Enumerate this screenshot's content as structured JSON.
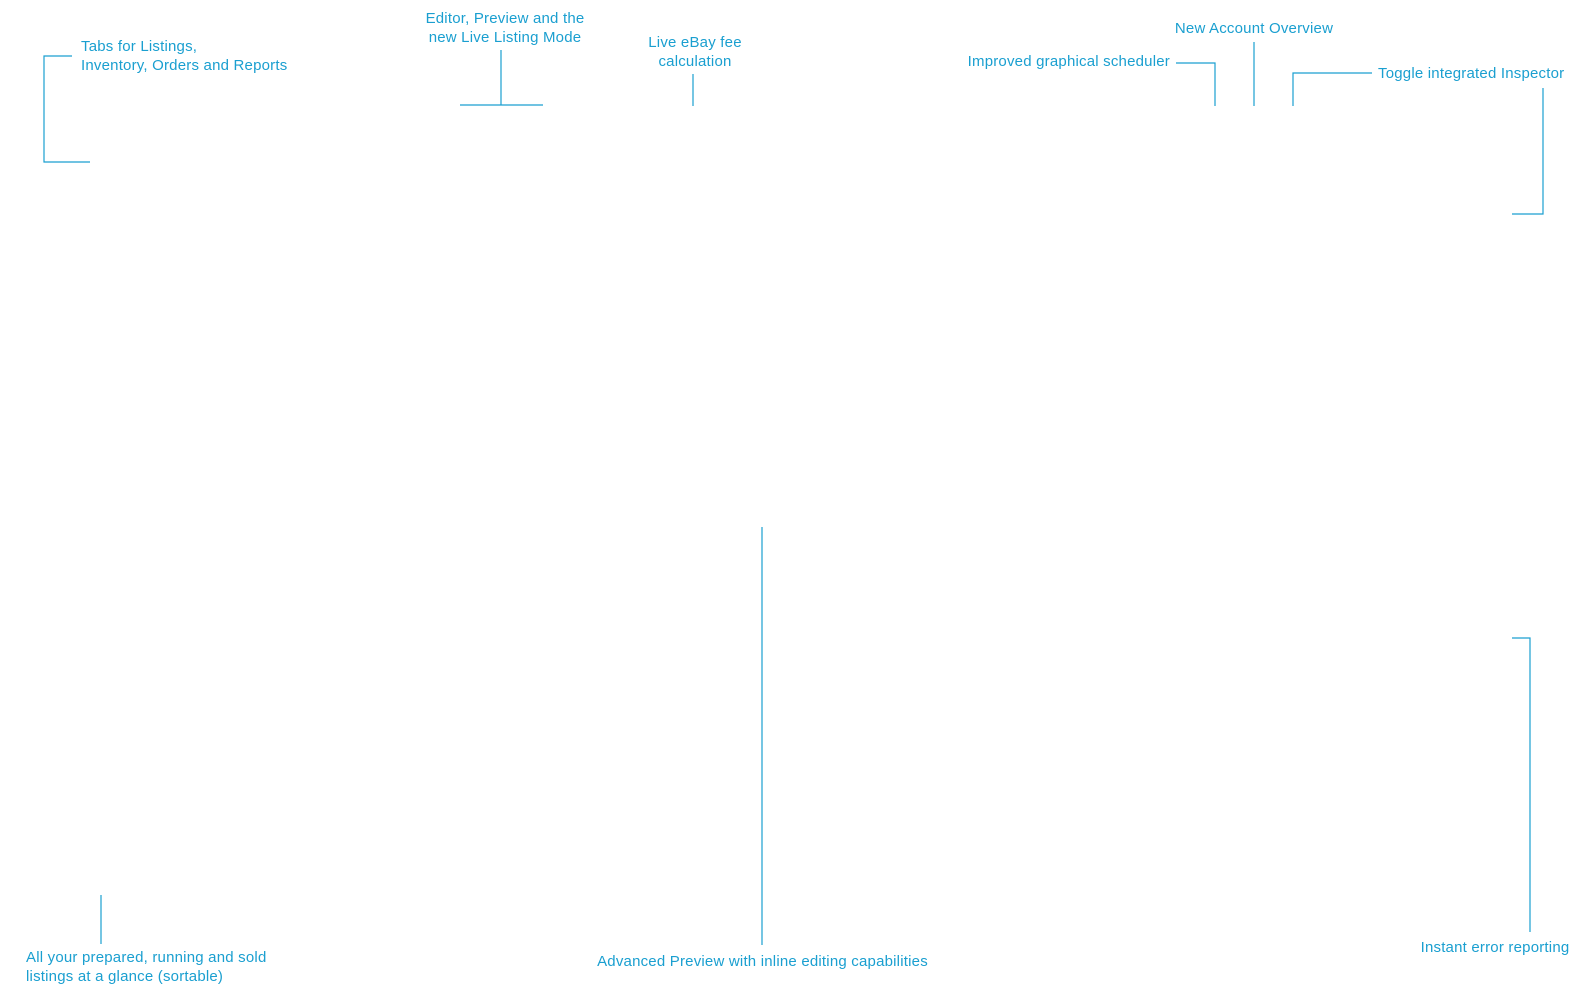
{
  "accent_color": "#1a9fd0",
  "callouts": {
    "tabs": "Tabs for Listings,\nInventory, Orders and Reports",
    "modes": "Editor, Preview and the\nnew Live Listing Mode",
    "fees": "Live eBay fee\ncalculation",
    "account": "New Account Overview",
    "scheduler": "Improved graphical scheduler",
    "inspector": "Toggle integrated Inspector",
    "listings": "All your prepared, running and sold\nlistings at a glance (sortable)",
    "preview": "Advanced Preview with inline editing capabilities",
    "errors": "Instant error reporting"
  }
}
